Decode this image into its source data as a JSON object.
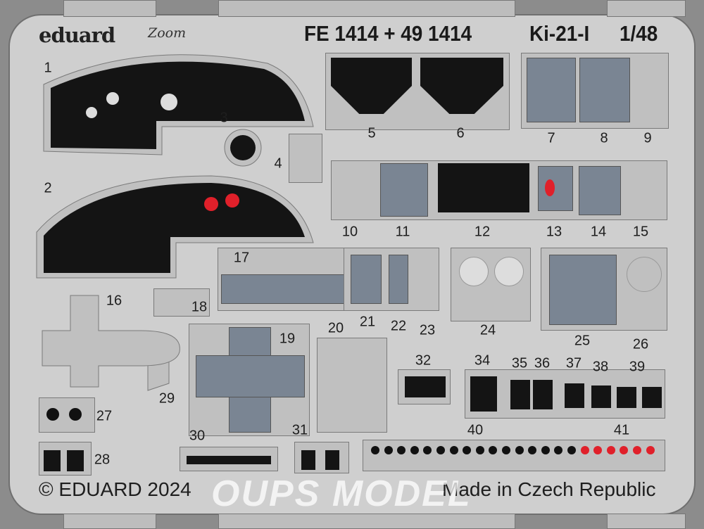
{
  "header": {
    "brand": "eduard",
    "sub_brand": "Zoom",
    "product_codes": "FE 1414 + 49 1414",
    "model": "Ki-21-I",
    "scale": "1/48"
  },
  "footer": {
    "copyright": "© EDUARD 2024",
    "origin": "Made in Czech Republic"
  },
  "watermark": "OUPS MODEL",
  "parts": [
    "1",
    "2",
    "3",
    "4",
    "5",
    "6",
    "7",
    "8",
    "9",
    "10",
    "11",
    "12",
    "13",
    "14",
    "15",
    "16",
    "17",
    "18",
    "19",
    "20",
    "21",
    "22",
    "23",
    "24",
    "25",
    "26",
    "27",
    "28",
    "29",
    "30",
    "31",
    "32",
    "34",
    "35",
    "36",
    "37",
    "38",
    "39",
    "40",
    "41"
  ],
  "colors": {
    "fret": "#cfcfcf",
    "panel": "#141414",
    "blue_panel": "#7a8593",
    "red_instrument": "#e0202a"
  }
}
